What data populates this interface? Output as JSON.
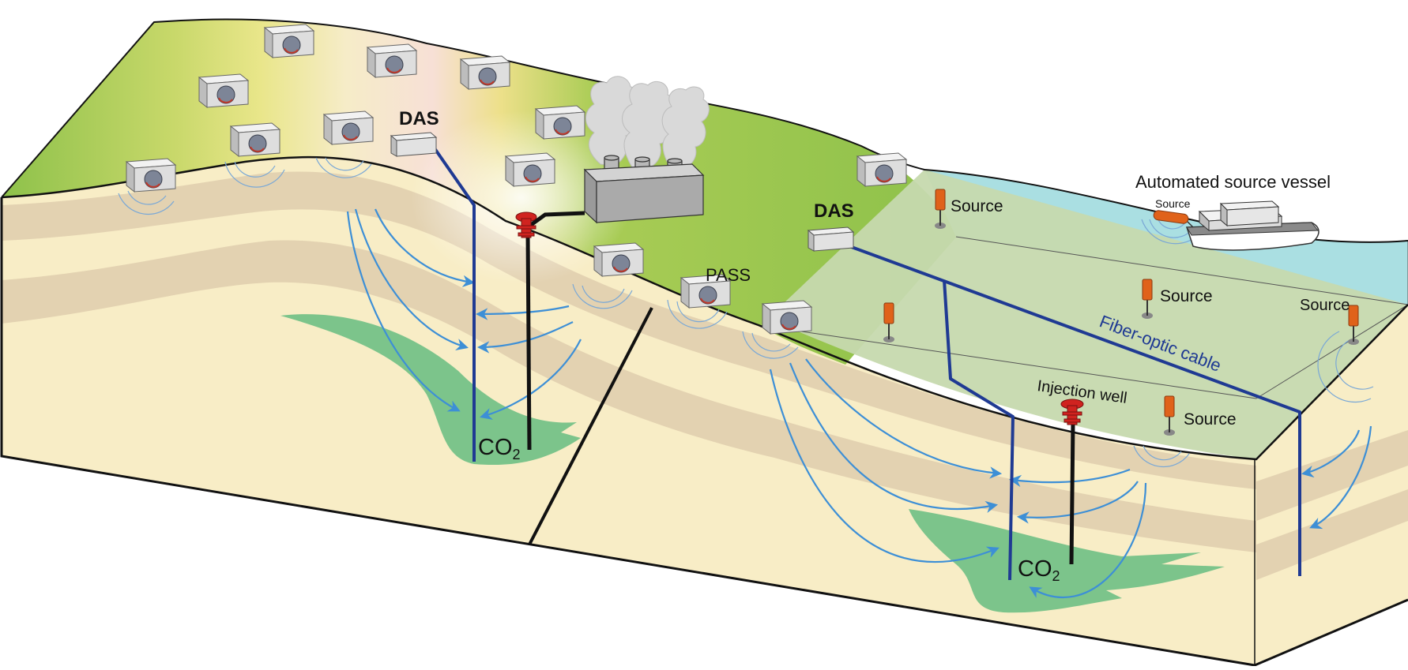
{
  "labels": {
    "das_left": "DAS",
    "das_right": "DAS",
    "pass": "PASS",
    "vessel": "Automated source vessel",
    "vessel_source": "Source",
    "source_1": "Source",
    "source_2": "Source",
    "source_3": "Source",
    "source_4": "Source",
    "fiber": "Fiber-optic cable",
    "injection_well": "Injection well",
    "co2_main": "CO",
    "co2_sub": "2"
  },
  "colors": {
    "land_green": "#8fc24a",
    "land_yellow": "#e9e583",
    "water": "#aadfe2",
    "rock_light": "#f8ecc4",
    "rock_band": "#e2d0b0",
    "co2_plume": "#79c28a",
    "wave_arrow": "#3d8fd6",
    "fiber_cable": "#1f3a93",
    "wellhead": "#d0231f",
    "source_marker": "#e0621a"
  },
  "icons": {
    "sensor_box": "pass-sensor-icon",
    "factory": "power-plant-icon",
    "wellhead": "wellhead-icon",
    "source_marker": "seismic-source-icon",
    "vessel": "boat-icon"
  }
}
